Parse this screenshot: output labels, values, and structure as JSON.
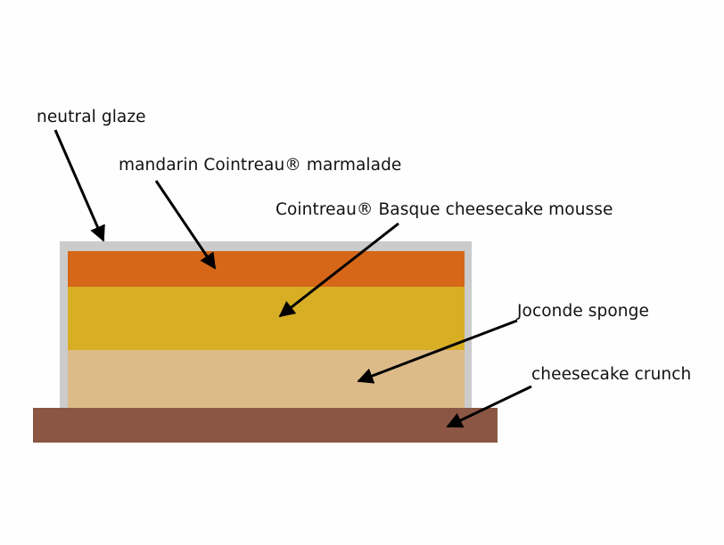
{
  "layers": [
    {
      "id": "neutral-glaze",
      "label": "neutral glaze",
      "color": "#cbcbcb"
    },
    {
      "id": "mandarin-cointreau-marmalade",
      "label": "mandarin Cointreau® marmalade",
      "color": "#d66718"
    },
    {
      "id": "cointreau-basque-cheesecake-mousse",
      "label": "Cointreau® Basque cheesecake mousse",
      "color": "#d8ae25"
    },
    {
      "id": "joconde-sponge",
      "label": "Joconde sponge",
      "color": "#dcbb89"
    },
    {
      "id": "cheesecake-crunch",
      "label": "cheesecake crunch",
      "color": "#8b5644"
    }
  ],
  "arrow_color": "#000000",
  "background_color": "#fefefe"
}
